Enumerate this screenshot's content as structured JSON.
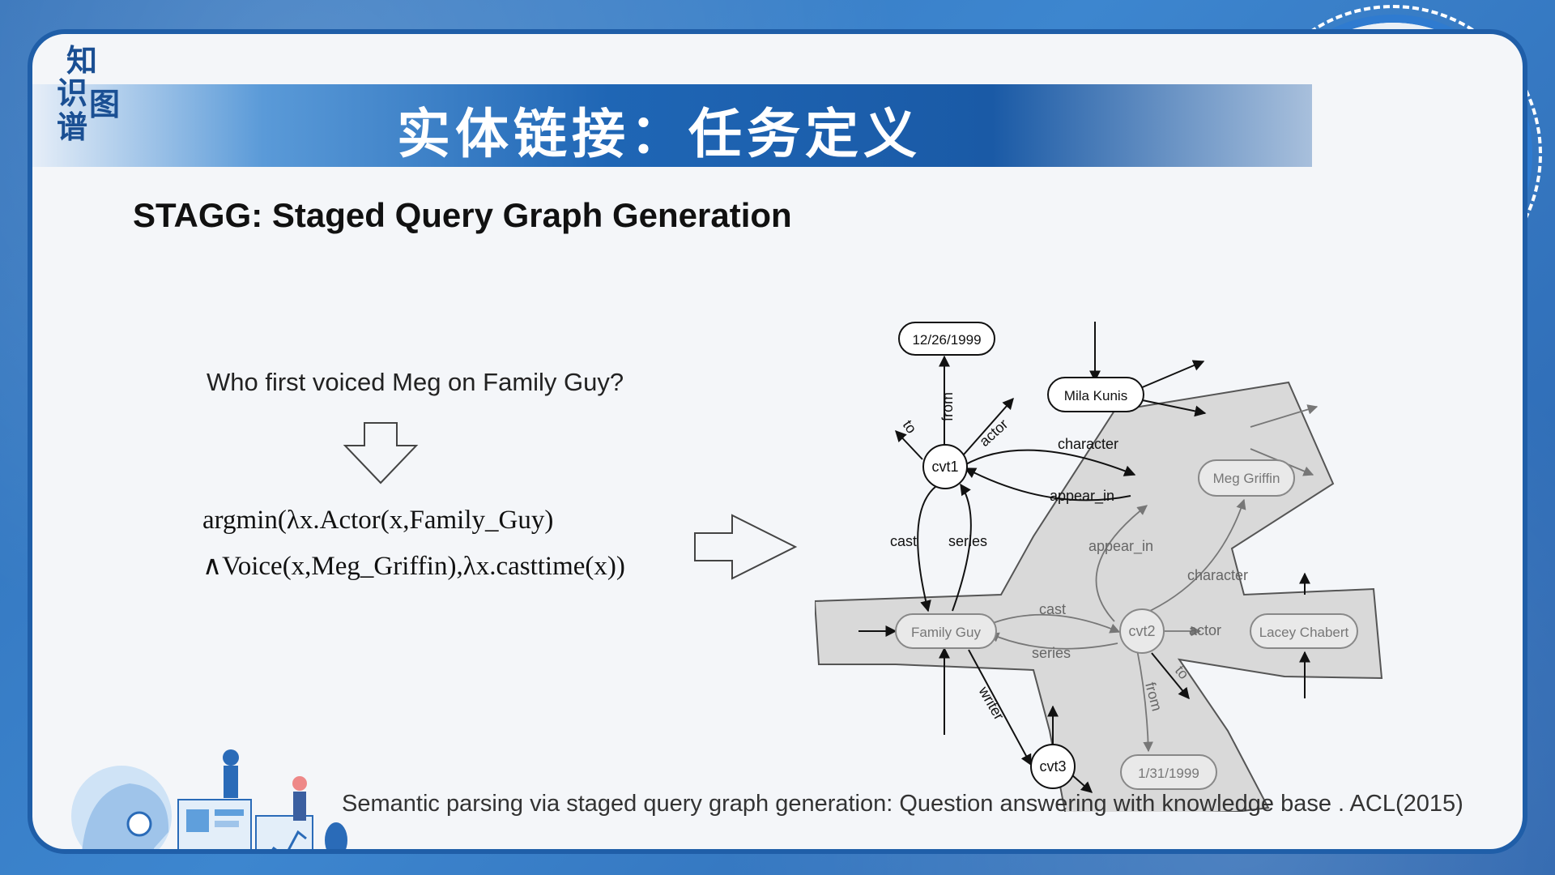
{
  "slide": {
    "title": "实体链接：任务定义",
    "logo": [
      "知",
      "识",
      "图",
      "谱"
    ],
    "subtitle": "STAGG: Staged Query Graph Generation",
    "question": "Who first voiced Meg on Family Guy?",
    "formula_line1": "argmin(λx.Actor(x,Family_Guy)",
    "formula_line2": "∧Voice(x,Meg_Griffin),λx.casttime(x))",
    "citation": "Semantic parsing via staged query graph generation: Question answering with knowledge base . ACL(2015)"
  },
  "graph": {
    "nodes": {
      "date1": "12/26/1999",
      "mila": "Mila Kunis",
      "cvt1": "cvt1",
      "meg": "Meg Griffin",
      "family": "Family Guy",
      "cvt2": "cvt2",
      "lacey": "Lacey Chabert",
      "cvt3": "cvt3",
      "date2": "1/31/1999"
    },
    "edges": {
      "to1": "to",
      "from1": "from",
      "actor1": "actor",
      "character1": "character",
      "appear_in1": "appear_in",
      "cast1": "cast",
      "series1": "series",
      "appear_in2": "appear_in",
      "character2": "character",
      "cast2": "cast",
      "series2": "series",
      "actor2": "actor",
      "writer": "writer",
      "from2": "from",
      "to2": "to"
    }
  },
  "colors": {
    "frame": "#1f5ea8",
    "title_bar": "#1a5aa6",
    "region_fill": "#d9d9d9",
    "faded": "#888888"
  }
}
